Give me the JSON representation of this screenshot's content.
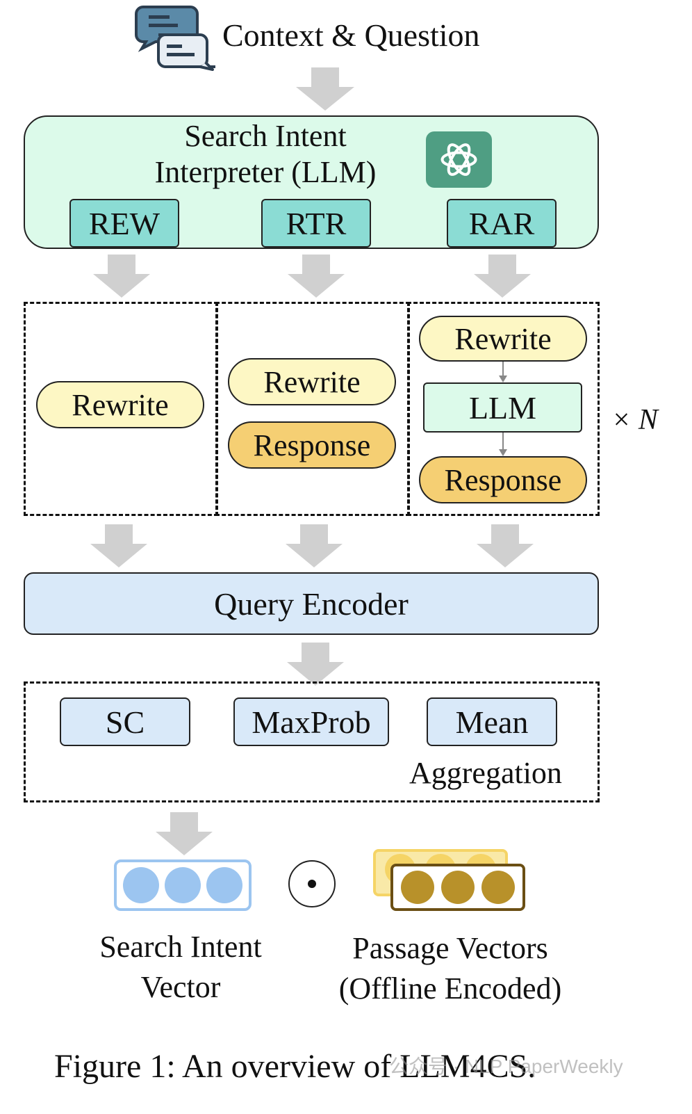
{
  "header": {
    "title": "Context & Question",
    "icon": "chat-bubbles-icon"
  },
  "interpreter": {
    "title_line1": "Search Intent",
    "title_line2": "Interpreter (LLM)",
    "logo_icon": "openai-logo-icon",
    "modules": [
      "REW",
      "RTR",
      "RAR"
    ]
  },
  "outputs": {
    "rew": [
      "Rewrite"
    ],
    "rtr": [
      "Rewrite",
      "Response"
    ],
    "rar": [
      "Rewrite",
      "LLM",
      "Response"
    ],
    "repeat_label": "× N"
  },
  "encoder": {
    "label": "Query Encoder"
  },
  "aggregation": {
    "methods": [
      "SC",
      "MaxProb",
      "Mean"
    ],
    "label": "Aggregation"
  },
  "bottom": {
    "dot_operator": "⊙",
    "search_vector_label_line1": "Search Intent",
    "search_vector_label_line2": "Vector",
    "passage_label_line1": "Passage Vectors",
    "passage_label_line2": "(Offline Encoded)"
  },
  "caption": "Figure 1: An overview of LLM4CS.",
  "watermark": "公众号 · NLP PaperWeekly",
  "colors": {
    "interpreter_bg": "#dcfaea",
    "module_bg": "#8bdcd4",
    "rewrite_bg": "#fdf7c4",
    "response_bg": "#f5cf73",
    "llm_bg": "#dcfaea",
    "encoder_bg": "#d9e9f9",
    "arrow": "#d0d0d0",
    "search_vector": "#9cc5f0",
    "passage_vector": "#b8912a"
  }
}
